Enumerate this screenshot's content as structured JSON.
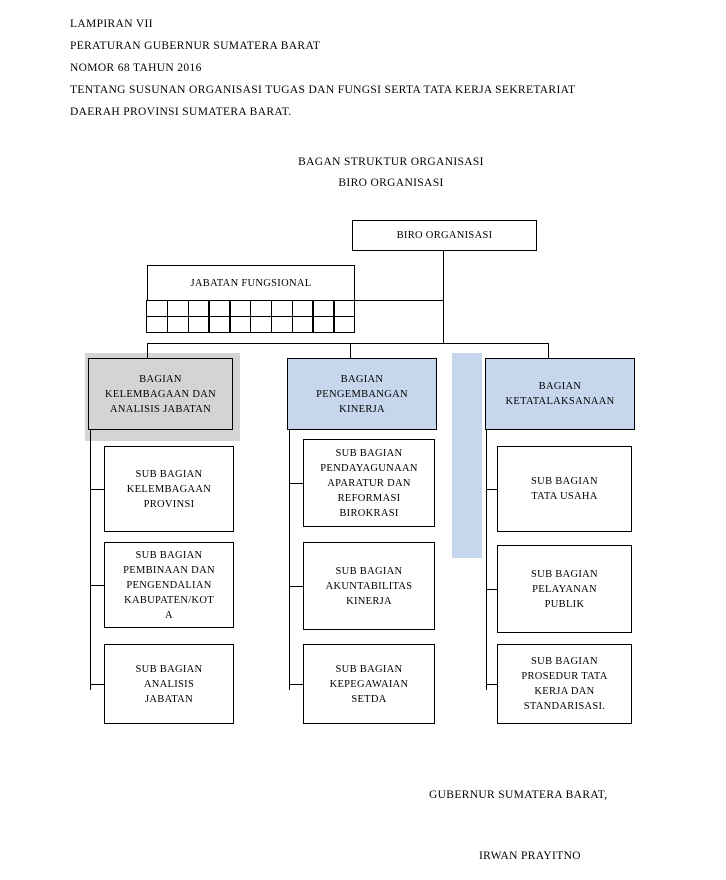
{
  "document": {
    "header_lines": [
      "LAMPIRAN VII",
      "PERATURAN  GUBERNUR  SUMATERA  BARAT",
      "NOMOR    68     TAHUN 2016",
      "TENTANG  SUSUNAN ORGANISASI TUGAS DAN FUNGSI SERTA TATA  KERJA SEKRETARIAT",
      "DAERAH PROVINSI SUMATERA BARAT."
    ],
    "chart_title_line_1": "BAGAN STRUKTUR ORGANISASI",
    "chart_title_line_2": "BIRO ORGANISASI",
    "footer_signature_title": "GUBERNUR SUMATERA BARAT,",
    "footer_signature_name": "IRWAN PRAYITNO"
  },
  "colors": {
    "gray_fill": "#d4d4d4",
    "blue_fill": "#c6d6ed",
    "line": "#000000",
    "box_fill": "#ffffff"
  },
  "chart_data": {
    "type": "diagram",
    "title": "BAGAN STRUKTUR ORGANISASI BIRO ORGANISASI",
    "root": {
      "label": "BIRO ORGANISASI"
    },
    "functional": {
      "label": "JABATAN FUNGSIONAL",
      "grid_columns": 10,
      "grid_rows": 2
    },
    "divisions": [
      {
        "label": "BAGIAN\nKELEMBAGAAN DAN\nANALISIS JABATAN",
        "fill": "#d4d4d4",
        "children": [
          "SUB BAGIAN\nKELEMBAGAAN\nPROVINSI",
          "SUB BAGIAN\nPEMBINAAN  DAN\nPENGENDALIAN\nKABUPATEN/KOT\nA",
          "SUB BAGIAN\nANALISIS\nJABATAN"
        ]
      },
      {
        "label": "BAGIAN\nPENGEMBANGAN\nKINERJA",
        "fill": "#c6d6ed",
        "children": [
          "SUB BAGIAN\nPENDAYAGUNAAN\nAPARATUR  DAN\nREFORMASI\nBIROKRASI",
          "SUB BAGIAN\nAKUNTABILITAS\nKINERJA",
          "SUB BAGIAN\nKEPEGAWAIAN\nSETDA"
        ]
      },
      {
        "label": "BAGIAN\nKETATALAKSANAAN",
        "fill": "#c6d6ed",
        "children": [
          "SUB BAGIAN\nTATA  USAHA",
          "SUB BAGIAN\nPELAYANAN\nPUBLIK",
          "SUB BAGIAN\nPROSEDUR TATA\nKERJA DAN\nSTANDARISASI."
        ]
      }
    ]
  }
}
